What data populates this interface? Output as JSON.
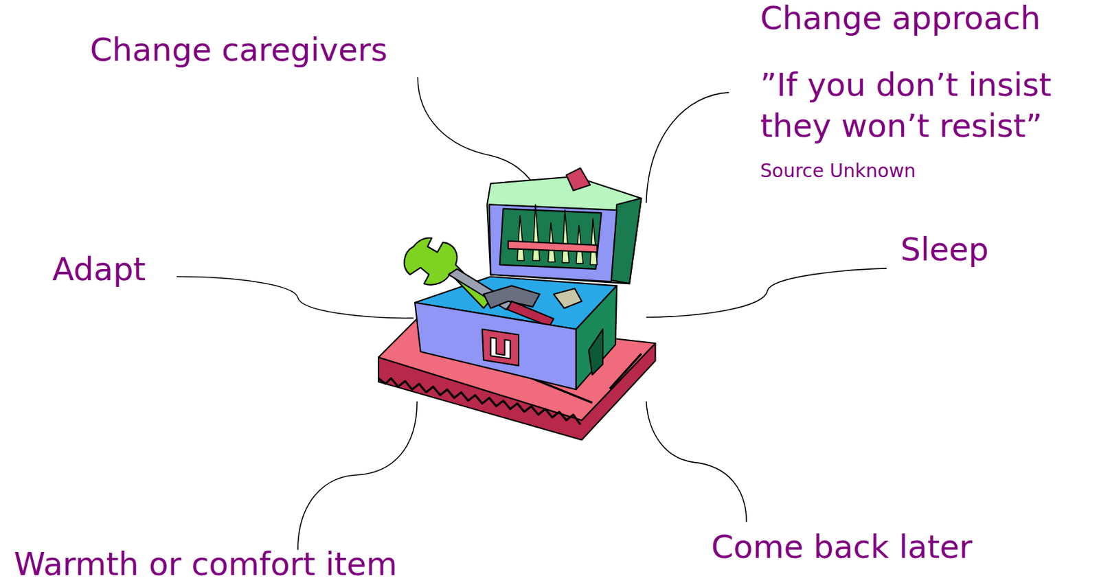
{
  "diagram": {
    "labels": [
      "Change approach",
      "Change caregivers",
      "”If you don’t insist they won’t resist”",
      "Source Unknown",
      "Sleep",
      "Adapt",
      "Warmth or comfort item",
      "Come back later"
    ]
  }
}
